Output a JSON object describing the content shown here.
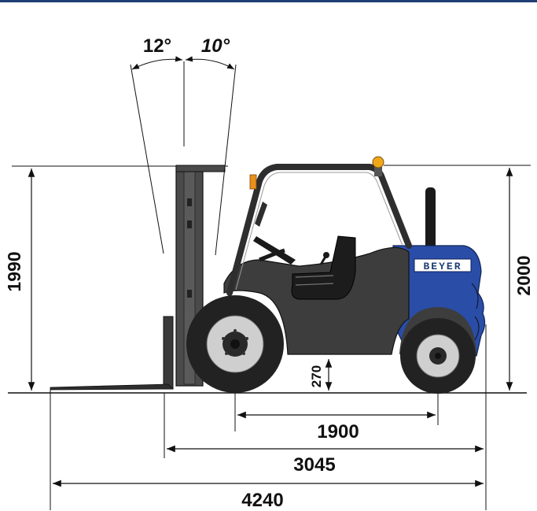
{
  "dimensions": {
    "tilt_back": "12°",
    "tilt_forward": "10°",
    "mast_height": "1990",
    "overall_height": "2000",
    "ground_clearance": "270",
    "wheelbase": "1900",
    "length_to_fork_face": "3045",
    "overall_length": "4240"
  },
  "brand": {
    "logo_text": "BEYER"
  },
  "colors": {
    "top_rule": "#1f3f75",
    "body_blue": "#2a4da8",
    "body_dark": "#3a3a3a",
    "tyre": "#222222",
    "rim": "#cfcfcf",
    "beacon": "#f0a81a"
  }
}
